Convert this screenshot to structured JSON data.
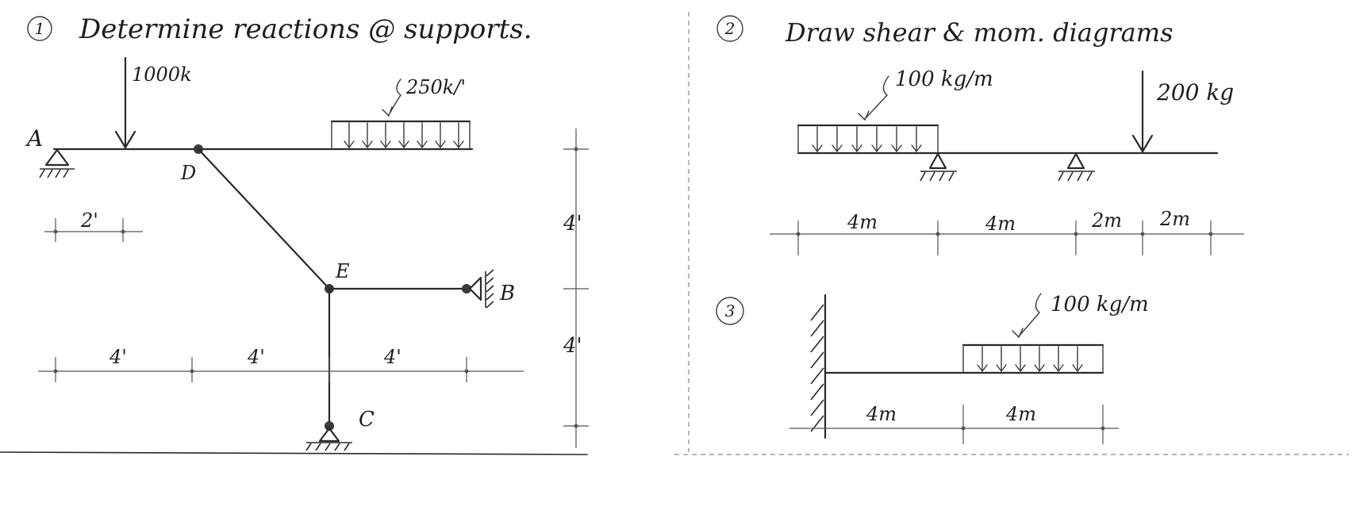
{
  "problem1": {
    "number": "1",
    "title": "Determine reactions @ supports.",
    "load_point": "1000k",
    "load_dist": "250k/'",
    "labels": {
      "A": "A",
      "B": "B",
      "C": "C",
      "D": "D",
      "E": "E"
    },
    "dims": {
      "d_2ft": "2'",
      "d_4a": "4'",
      "d_4b": "4'",
      "d_4c": "4'",
      "v_4a": "4'",
      "v_4b": "4'"
    }
  },
  "problem2": {
    "number": "2",
    "title": "Draw shear & mom. diagrams",
    "load_dist": "100 kg/m",
    "load_point": "200 kg",
    "dims": {
      "s1": "4m",
      "s2": "4m",
      "s3": "2m",
      "s4": "2m"
    }
  },
  "problem3": {
    "number": "3",
    "load_dist": "100 kg/m",
    "dims": {
      "s1": "4m",
      "s2": "4m"
    }
  }
}
